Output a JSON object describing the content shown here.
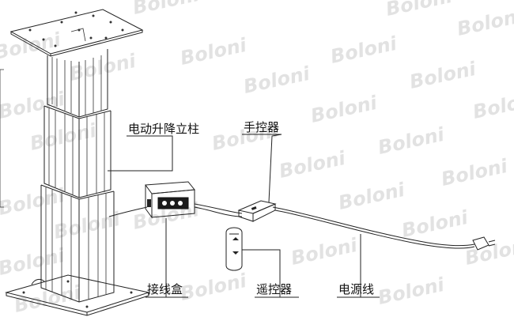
{
  "watermark": "Boloni",
  "labels": {
    "column": "电动升降立柱",
    "hand_controller": "手控器",
    "junction_box": "接线盒",
    "remote_controller": "遥控器",
    "power_cord": "电源线"
  },
  "colors": {
    "line": "#222222",
    "watermark": "#d4d4d4",
    "background": "#ffffff"
  }
}
